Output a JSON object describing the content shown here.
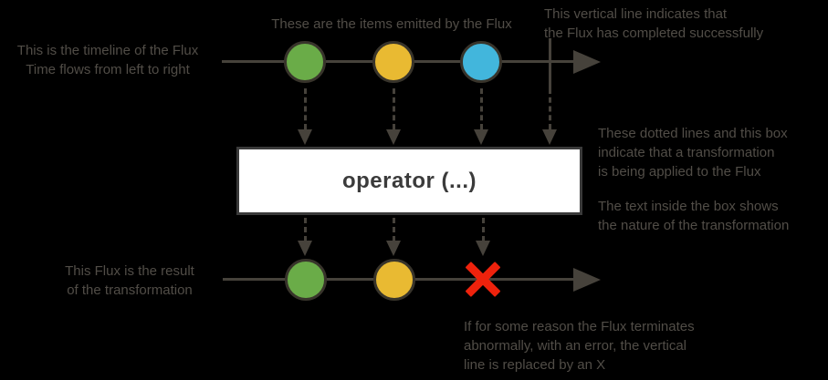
{
  "diagram": {
    "title_semantics": "Flux marble diagram legend",
    "captions": {
      "timeline_label": "This is the timeline of the Flux\nTime flows from left to right",
      "items_label": "These are the items emitted by the Flux",
      "complete_label": "This vertical line indicates that\nthe Flux has completed successfully",
      "transform_label": "These dotted lines and this box\nindicate that a transformation\nis being applied to the Flux",
      "box_text_label": "The text inside the box shows\nthe nature of the transformation",
      "result_label": "This Flux is the result\nof the transformation",
      "error_label": "If for some reason the Flux terminates\nabnormally, with an error, the vertical\nline is replaced by an X"
    },
    "operator_box": {
      "label": "operator (...)"
    },
    "source_timeline": {
      "marbles": [
        "green",
        "yellow",
        "blue"
      ],
      "terminal": "complete"
    },
    "result_timeline": {
      "marbles": [
        "green",
        "yellow"
      ],
      "terminal": "error"
    },
    "colors": {
      "background": "#000000",
      "caption_text": "#514d47",
      "timeline": "#46423b",
      "marble_border": "#38342b",
      "marble_green": "#6aac48",
      "marble_yellow": "#e9ba32",
      "marble_blue": "#42b6dc",
      "error_x": "#ee220c",
      "box_background": "#ffffff",
      "box_border": "#3a3a3a",
      "operator_text": "#3b3b3b"
    }
  }
}
